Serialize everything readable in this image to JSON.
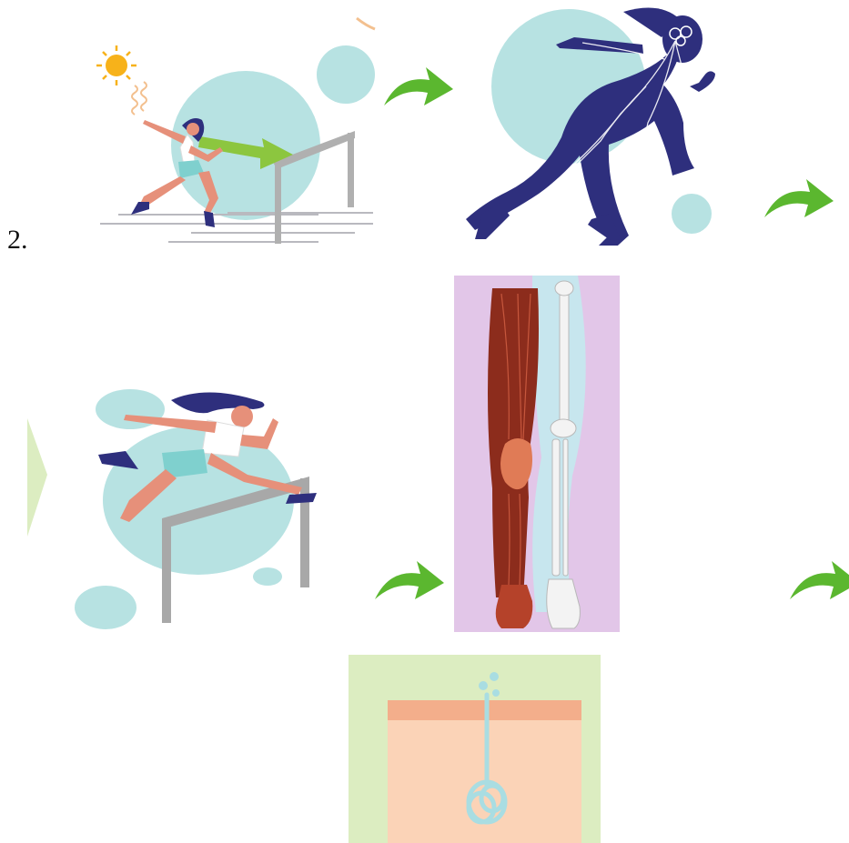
{
  "list_marker": "2.",
  "figures": [
    {
      "icon": "sprinter-sees-hurdle"
    },
    {
      "icon": "nervous-system-runner"
    },
    {
      "icon": "hurdle-jumper"
    },
    {
      "icon": "leg-muscle-skeleton"
    },
    {
      "icon": "skin-sweat-gland"
    }
  ],
  "colors": {
    "teal_bg": "#b7e2e2",
    "navy": "#2e2f7d",
    "green_arrow": "#5bb72f",
    "skin": "#e6907a",
    "lilac": "#e2c6e8",
    "pale_green": "#dcedc1",
    "peach": "#fbd3b7",
    "salmon": "#f3ae8b"
  }
}
